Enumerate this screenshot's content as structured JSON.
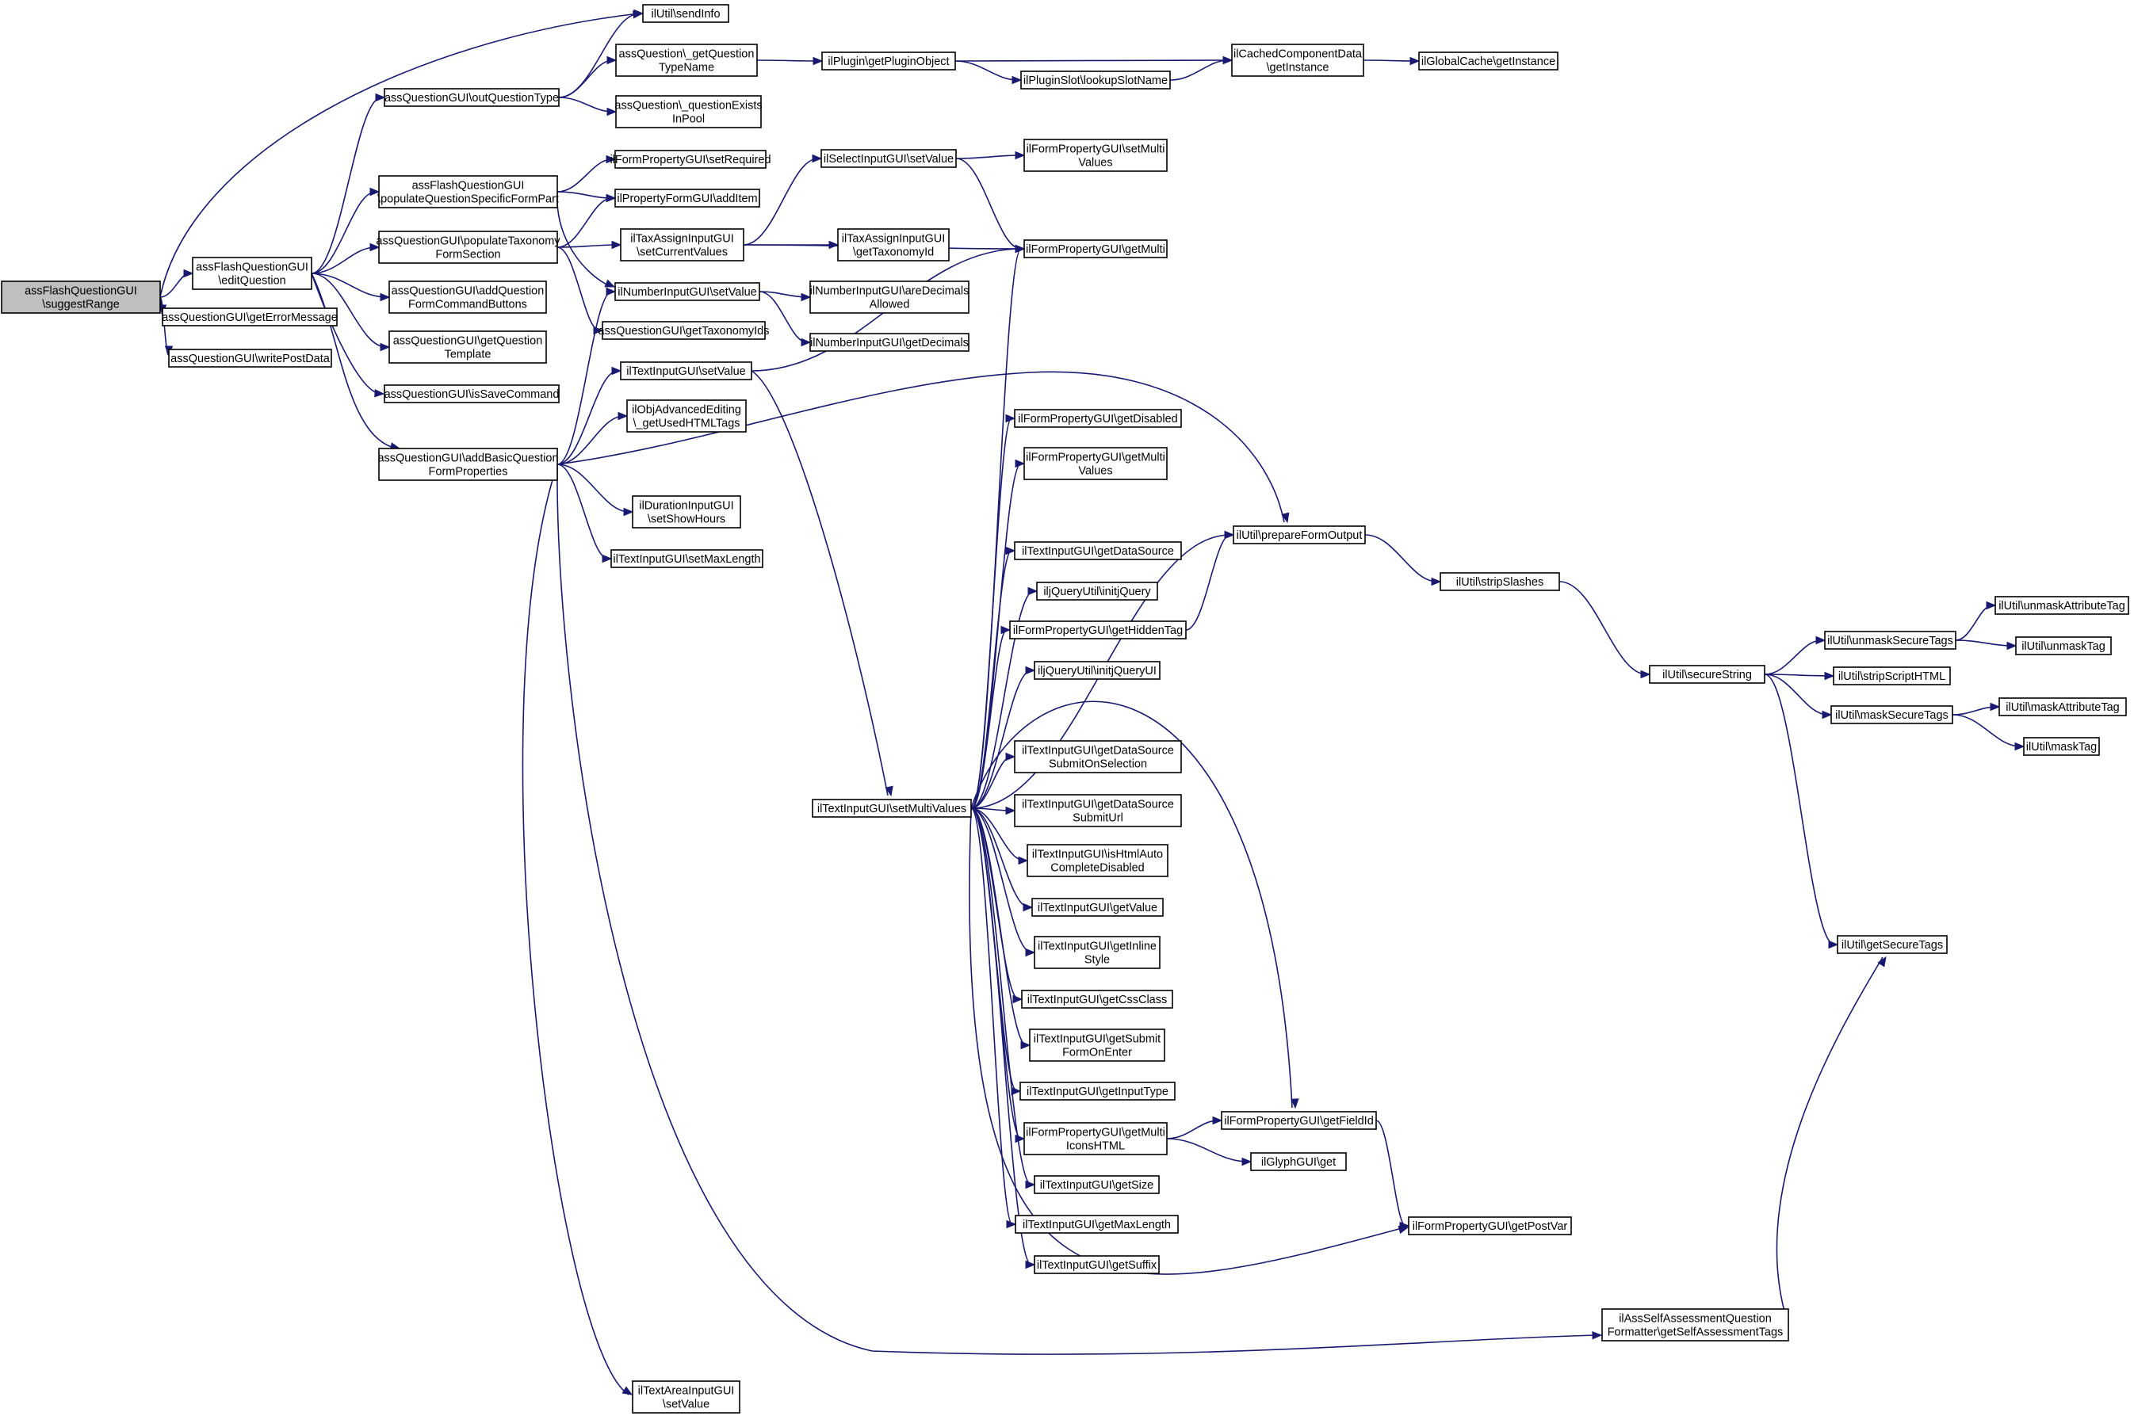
{
  "colors": {
    "edge": "#191970",
    "node_fill": "#ffffff",
    "root_fill": "#bfbfbf",
    "node_border": "#000000"
  },
  "nodes": {
    "suggestRange": [
      "assFlashQuestionGUI",
      "\\suggestRange"
    ],
    "editQuestion": [
      "assFlashQuestionGUI",
      "\\editQuestion"
    ],
    "getErrorMessage": [
      "assQuestionGUI\\getErrorMessage"
    ],
    "writePostData": [
      "assQuestionGUI\\writePostData"
    ],
    "sendInfo": [
      "ilUtil\\sendInfo"
    ],
    "outQuestionType": [
      "assQuestionGUI\\outQuestionType"
    ],
    "getQuestionTypeName": [
      "assQuestion\\_getQuestion",
      "TypeName"
    ],
    "questionExistsInPool": [
      "assQuestion\\_questionExists",
      "InPool"
    ],
    "getPluginObject": [
      "ilPlugin\\getPluginObject"
    ],
    "lookupSlotName": [
      "ilPluginSlot\\lookupSlotName"
    ],
    "cachedGetInstance": [
      "ilCachedComponentData",
      "\\getInstance"
    ],
    "globalCacheGetInstance": [
      "ilGlobalCache\\getInstance"
    ],
    "populateSpecific": [
      "assFlashQuestionGUI",
      "\\populateQuestionSpecificFormPart"
    ],
    "setRequired": [
      "ilFormPropertyGUI\\setRequired"
    ],
    "addItem": [
      "ilPropertyFormGUI\\addItem"
    ],
    "populateTaxonomy": [
      "assQuestionGUI\\populateTaxonomy",
      "FormSection"
    ],
    "addCommandButtons": [
      "assQuestionGUI\\addQuestion",
      "FormCommandButtons"
    ],
    "getQuestionTemplate": [
      "assQuestionGUI\\getQuestion",
      "Template"
    ],
    "isSaveCommand": [
      "assQuestionGUI\\isSaveCommand"
    ],
    "addBasicProps": [
      "assQuestionGUI\\addBasicQuestion",
      "FormProperties"
    ],
    "selectSetValue": [
      "ilSelectInputGUI\\setValue"
    ],
    "setMultiValues": [
      "ilFormPropertyGUI\\setMulti",
      "Values"
    ],
    "taxSetCurrent": [
      "ilTaxAssignInputGUI",
      "\\setCurrentValues"
    ],
    "getTaxonomyId": [
      "ilTaxAssignInputGUI",
      "\\getTaxonomyId"
    ],
    "getMulti": [
      "ilFormPropertyGUI\\getMulti"
    ],
    "numberSetValue": [
      "ilNumberInputGUI\\setValue"
    ],
    "areDecimalsAllowed": [
      "ilNumberInputGUI\\areDecimals",
      "Allowed"
    ],
    "getDecimals": [
      "ilNumberInputGUI\\getDecimals"
    ],
    "getTaxonomyIds": [
      "assQuestionGUI\\getTaxonomyIds"
    ],
    "textSetValue": [
      "ilTextInputGUI\\setValue"
    ],
    "getUsedHTMLTags": [
      "ilObjAdvancedEditing",
      "\\_getUsedHTMLTags"
    ],
    "durationSetShowHours": [
      "ilDurationInputGUI",
      "\\setShowHours"
    ],
    "setMaxLength": [
      "ilTextInputGUI\\setMaxLength"
    ],
    "textSetMultiValues": [
      "ilTextInputGUI\\setMultiValues"
    ],
    "textAreaSetValue": [
      "ilTextAreaInputGUI",
      "\\setValue"
    ],
    "getDisabled": [
      "ilFormPropertyGUI\\getDisabled"
    ],
    "getMultiValues": [
      "ilFormPropertyGUI\\getMulti",
      "Values"
    ],
    "getDataSource": [
      "ilTextInputGUI\\getDataSource"
    ],
    "initjQuery": [
      "iljQueryUtil\\initjQuery"
    ],
    "getHiddenTag": [
      "ilFormPropertyGUI\\getHiddenTag"
    ],
    "initjQueryUI": [
      "iljQueryUtil\\initjQueryUI"
    ],
    "getDataSourceSubmitOnSelection": [
      "ilTextInputGUI\\getDataSource",
      "SubmitOnSelection"
    ],
    "getDataSourceSubmitUrl": [
      "ilTextInputGUI\\getDataSource",
      "SubmitUrl"
    ],
    "isHtmlAutoCompleteDisabled": [
      "ilTextInputGUI\\isHtmlAuto",
      "CompleteDisabled"
    ],
    "getValue": [
      "ilTextInputGUI\\getValue"
    ],
    "getInlineStyle": [
      "ilTextInputGUI\\getInline",
      "Style"
    ],
    "getCssClass": [
      "ilTextInputGUI\\getCssClass"
    ],
    "getSubmitFormOnEnter": [
      "ilTextInputGUI\\getSubmit",
      "FormOnEnter"
    ],
    "getInputType": [
      "ilTextInputGUI\\getInputType"
    ],
    "getMultiIconsHTML": [
      "ilFormPropertyGUI\\getMulti",
      "IconsHTML"
    ],
    "getSize": [
      "ilTextInputGUI\\getSize"
    ],
    "getMaxLength": [
      "ilTextInputGUI\\getMaxLength"
    ],
    "getSuffix": [
      "ilTextInputGUI\\getSuffix"
    ],
    "prepareFormOutput": [
      "ilUtil\\prepareFormOutput"
    ],
    "stripSlashes": [
      "ilUtil\\stripSlashes"
    ],
    "secureString": [
      "ilUtil\\secureString"
    ],
    "unmaskSecureTags": [
      "ilUtil\\unmaskSecureTags"
    ],
    "unmaskAttributeTag": [
      "ilUtil\\unmaskAttributeTag"
    ],
    "unmaskTag": [
      "ilUtil\\unmaskTag"
    ],
    "stripScriptHTML": [
      "ilUtil\\stripScriptHTML"
    ],
    "maskSecureTags": [
      "ilUtil\\maskSecureTags"
    ],
    "maskAttributeTag": [
      "ilUtil\\maskAttributeTag"
    ],
    "maskTag": [
      "ilUtil\\maskTag"
    ],
    "getSecureTags": [
      "ilUtil\\getSecureTags"
    ],
    "getFieldId": [
      "ilFormPropertyGUI\\getFieldId"
    ],
    "glyphGet": [
      "ilGlyphGUI\\get"
    ],
    "getPostVar": [
      "ilFormPropertyGUI\\getPostVar"
    ],
    "getSelfAssessmentTags": [
      "ilAssSelfAssessmentQuestion",
      "Formatter\\getSelfAssessmentTags"
    ]
  },
  "edges": [
    [
      "suggestRange",
      "sendInfo"
    ],
    [
      "suggestRange",
      "editQuestion"
    ],
    [
      "suggestRange",
      "getErrorMessage"
    ],
    [
      "suggestRange",
      "writePostData"
    ],
    [
      "editQuestion",
      "outQuestionType"
    ],
    [
      "editQuestion",
      "populateSpecific"
    ],
    [
      "editQuestion",
      "populateTaxonomy"
    ],
    [
      "editQuestion",
      "addCommandButtons"
    ],
    [
      "editQuestion",
      "getQuestionTemplate"
    ],
    [
      "editQuestion",
      "isSaveCommand"
    ],
    [
      "editQuestion",
      "addBasicProps"
    ],
    [
      "outQuestionType",
      "sendInfo"
    ],
    [
      "outQuestionType",
      "getQuestionTypeName"
    ],
    [
      "outQuestionType",
      "questionExistsInPool"
    ],
    [
      "getQuestionTypeName",
      "getPluginObject"
    ],
    [
      "getPluginObject",
      "cachedGetInstance"
    ],
    [
      "getPluginObject",
      "lookupSlotName"
    ],
    [
      "lookupSlotName",
      "cachedGetInstance"
    ],
    [
      "cachedGetInstance",
      "globalCacheGetInstance"
    ],
    [
      "populateSpecific",
      "setRequired"
    ],
    [
      "populateSpecific",
      "addItem"
    ],
    [
      "populateSpecific",
      "numberSetValue"
    ],
    [
      "populateTaxonomy",
      "addItem"
    ],
    [
      "populateTaxonomy",
      "taxSetCurrent"
    ],
    [
      "populateTaxonomy",
      "getTaxonomyIds"
    ],
    [
      "taxSetCurrent",
      "selectSetValue"
    ],
    [
      "taxSetCurrent",
      "getTaxonomyId"
    ],
    [
      "taxSetCurrent",
      "getMulti"
    ],
    [
      "selectSetValue",
      "setMultiValues"
    ],
    [
      "selectSetValue",
      "getMulti"
    ],
    [
      "numberSetValue",
      "areDecimalsAllowed"
    ],
    [
      "numberSetValue",
      "getDecimals"
    ],
    [
      "addBasicProps",
      "numberSetValue"
    ],
    [
      "addBasicProps",
      "textSetValue"
    ],
    [
      "addBasicProps",
      "getUsedHTMLTags"
    ],
    [
      "addBasicProps",
      "durationSetShowHours"
    ],
    [
      "addBasicProps",
      "setMaxLength"
    ],
    [
      "addBasicProps",
      "prepareFormOutput"
    ],
    [
      "addBasicProps",
      "textAreaSetValue"
    ],
    [
      "addBasicProps",
      "getSelfAssessmentTags"
    ],
    [
      "textSetValue",
      "getMulti"
    ],
    [
      "textSetValue",
      "textSetMultiValues"
    ],
    [
      "textSetMultiValues",
      "getMulti"
    ],
    [
      "textSetMultiValues",
      "getDisabled"
    ],
    [
      "textSetMultiValues",
      "getMultiValues"
    ],
    [
      "textSetMultiValues",
      "prepareFormOutput"
    ],
    [
      "textSetMultiValues",
      "getDataSource"
    ],
    [
      "textSetMultiValues",
      "initjQuery"
    ],
    [
      "textSetMultiValues",
      "getHiddenTag"
    ],
    [
      "textSetMultiValues",
      "initjQueryUI"
    ],
    [
      "textSetMultiValues",
      "getFieldId"
    ],
    [
      "textSetMultiValues",
      "getDataSourceSubmitOnSelection"
    ],
    [
      "textSetMultiValues",
      "getDataSourceSubmitUrl"
    ],
    [
      "textSetMultiValues",
      "isHtmlAutoCompleteDisabled"
    ],
    [
      "textSetMultiValues",
      "getValue"
    ],
    [
      "textSetMultiValues",
      "getInlineStyle"
    ],
    [
      "textSetMultiValues",
      "getCssClass"
    ],
    [
      "textSetMultiValues",
      "getSubmitFormOnEnter"
    ],
    [
      "textSetMultiValues",
      "getInputType"
    ],
    [
      "textSetMultiValues",
      "getMultiIconsHTML"
    ],
    [
      "textSetMultiValues",
      "getSize"
    ],
    [
      "textSetMultiValues",
      "getMaxLength"
    ],
    [
      "textSetMultiValues",
      "getSuffix"
    ],
    [
      "textSetMultiValues",
      "getPostVar"
    ],
    [
      "getHiddenTag",
      "prepareFormOutput"
    ],
    [
      "getMultiIconsHTML",
      "getFieldId"
    ],
    [
      "getMultiIconsHTML",
      "glyphGet"
    ],
    [
      "getFieldId",
      "getPostVar"
    ],
    [
      "prepareFormOutput",
      "stripSlashes"
    ],
    [
      "stripSlashes",
      "secureString"
    ],
    [
      "secureString",
      "unmaskSecureTags"
    ],
    [
      "secureString",
      "stripScriptHTML"
    ],
    [
      "secureString",
      "maskSecureTags"
    ],
    [
      "secureString",
      "getSecureTags"
    ],
    [
      "unmaskSecureTags",
      "unmaskAttributeTag"
    ],
    [
      "unmaskSecureTags",
      "unmaskTag"
    ],
    [
      "maskSecureTags",
      "maskAttributeTag"
    ],
    [
      "maskSecureTags",
      "maskTag"
    ],
    [
      "getSelfAssessmentTags",
      "getSecureTags"
    ]
  ]
}
